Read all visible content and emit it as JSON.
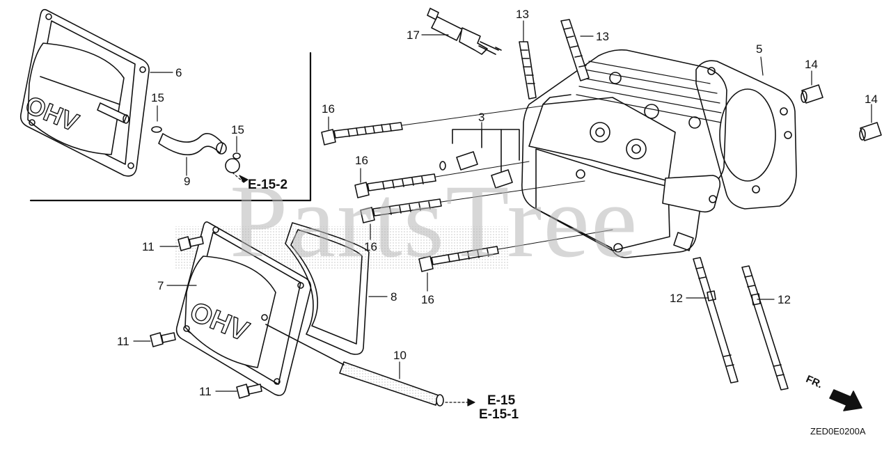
{
  "watermark": "PartsTree",
  "diagram_code": "ZED0E0200A",
  "direction_label": "FR.",
  "callouts": {
    "c17": "17",
    "c13a": "13",
    "c13b": "13",
    "c5": "5",
    "c14a": "14",
    "c14b": "14",
    "c6": "6",
    "c15a": "15",
    "c15b": "15",
    "c9": "9",
    "c16a": "16",
    "c16b": "16",
    "c16c": "16",
    "c16d": "16",
    "c3": "3",
    "c11a": "11",
    "c11b": "11",
    "c11c": "11",
    "c7": "7",
    "c8": "8",
    "c10": "10",
    "c12a": "12",
    "c12b": "12"
  },
  "references": {
    "e152": "E-15-2",
    "e15": "E-15",
    "e151": "E-15-1"
  },
  "cover_text": "OHV"
}
